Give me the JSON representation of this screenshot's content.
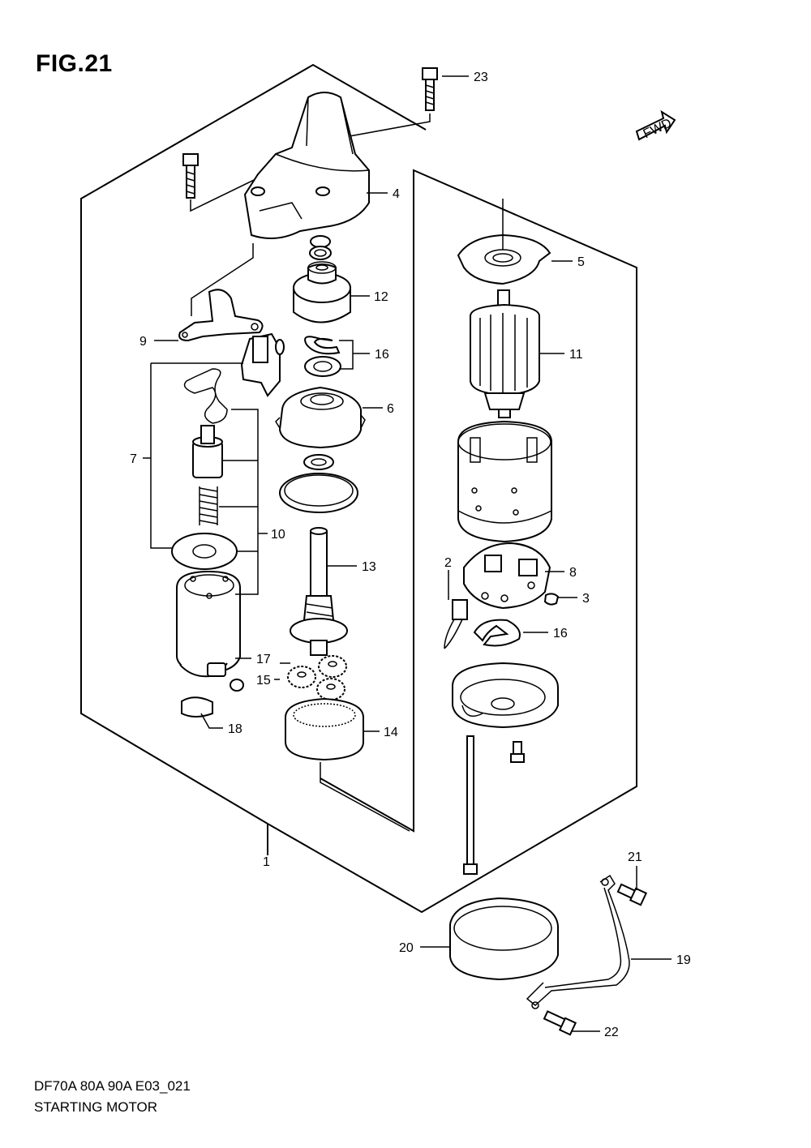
{
  "title": "FIG.21",
  "footer": {
    "model_code": "DF70A 80A 90A E03_021",
    "name": "STARTING MOTOR"
  },
  "fwd_label": "FWD",
  "callouts": [
    {
      "id": "c1",
      "label": "1"
    },
    {
      "id": "c2",
      "label": "2"
    },
    {
      "id": "c3",
      "label": "3"
    },
    {
      "id": "c4",
      "label": "4"
    },
    {
      "id": "c5",
      "label": "5"
    },
    {
      "id": "c6",
      "label": "6"
    },
    {
      "id": "c7",
      "label": "7"
    },
    {
      "id": "c8",
      "label": "8"
    },
    {
      "id": "c9",
      "label": "9"
    },
    {
      "id": "c10",
      "label": "10"
    },
    {
      "id": "c11",
      "label": "11"
    },
    {
      "id": "c12",
      "label": "12"
    },
    {
      "id": "c13",
      "label": "13"
    },
    {
      "id": "c14",
      "label": "14"
    },
    {
      "id": "c15",
      "label": "15"
    },
    {
      "id": "c16a",
      "label": "16"
    },
    {
      "id": "c16b",
      "label": "16"
    },
    {
      "id": "c17",
      "label": "17"
    },
    {
      "id": "c18",
      "label": "18"
    },
    {
      "id": "c19",
      "label": "19"
    },
    {
      "id": "c20",
      "label": "20"
    },
    {
      "id": "c21",
      "label": "21"
    },
    {
      "id": "c22",
      "label": "22"
    },
    {
      "id": "c23",
      "label": "23"
    }
  ]
}
